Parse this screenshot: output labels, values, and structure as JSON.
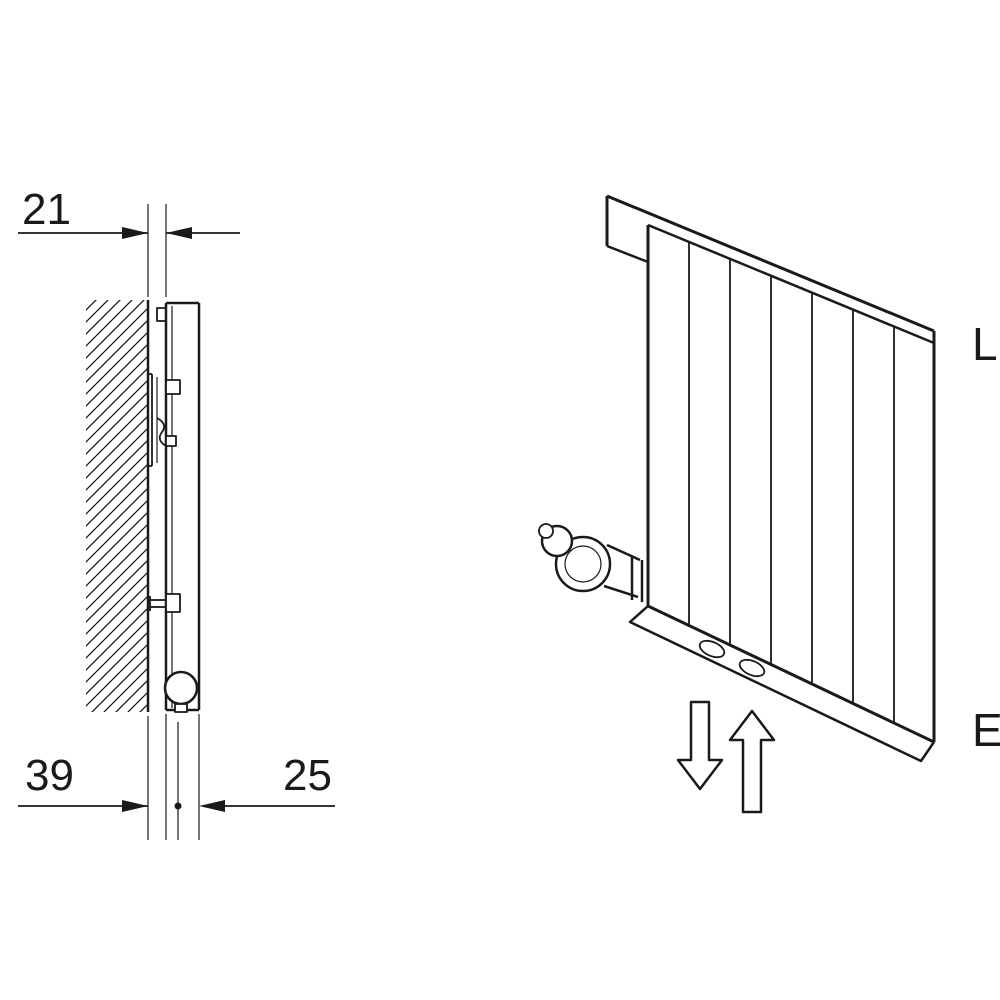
{
  "page": {
    "background_color": "#ffffff",
    "line_color": "#1a1a1a",
    "description": "Radiator installation technical drawing: side section view with wall mounting dimensions and perspective view of panel radiator with valve and flow labels"
  },
  "side_view": {
    "dim_wall_gap": "21",
    "dim_wall_to_axis": "39",
    "dim_axis_to_front": "25"
  },
  "perspective_view": {
    "label_top_right": "L",
    "label_bottom_right": "E"
  },
  "icons": {
    "flow_down": "hollow-arrow-down",
    "flow_up": "hollow-arrow-up",
    "dimension_arrows": "filled-triangle-arrowheads",
    "wall": "diagonal-hatching"
  }
}
